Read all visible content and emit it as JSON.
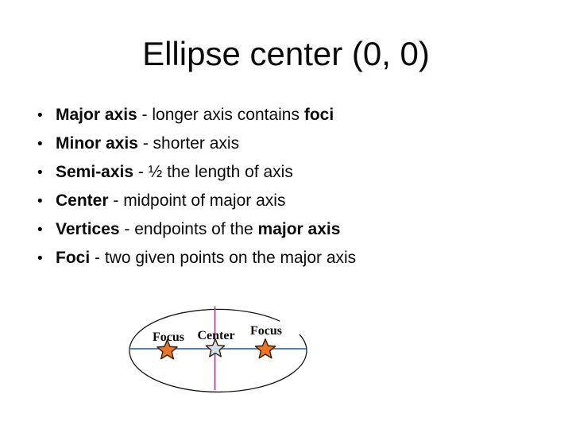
{
  "title": "Ellipse center (0, 0)",
  "bullet_glyph": "•",
  "bullets": [
    {
      "term": "Major axis",
      "mid": " - longer axis contains ",
      "tail": "foci"
    },
    {
      "term": "Minor axis",
      "mid": " - shorter axis",
      "tail": ""
    },
    {
      "term": "Semi-axis",
      "mid": " - ½ the length of axis",
      "tail": ""
    },
    {
      "term": "Center",
      "mid": " - midpoint of major axis",
      "tail": ""
    },
    {
      "term": "Vertices",
      "mid": " - endpoints of the ",
      "tail": "major axis"
    },
    {
      "term": "Foci",
      "mid": " - two given points on the major axis",
      "tail": ""
    }
  ],
  "diagram": {
    "left_focus_label": "Focus",
    "center_label": "Center",
    "right_focus_label": "Focus",
    "colors": {
      "ellipse_stroke": "#161616",
      "major_axis": "#3e74a8",
      "minor_axis": "#c03399",
      "focus_star_fill": "#ee7420",
      "center_star_fill": "#cfe0ea",
      "star_outline": "#38200a"
    }
  }
}
